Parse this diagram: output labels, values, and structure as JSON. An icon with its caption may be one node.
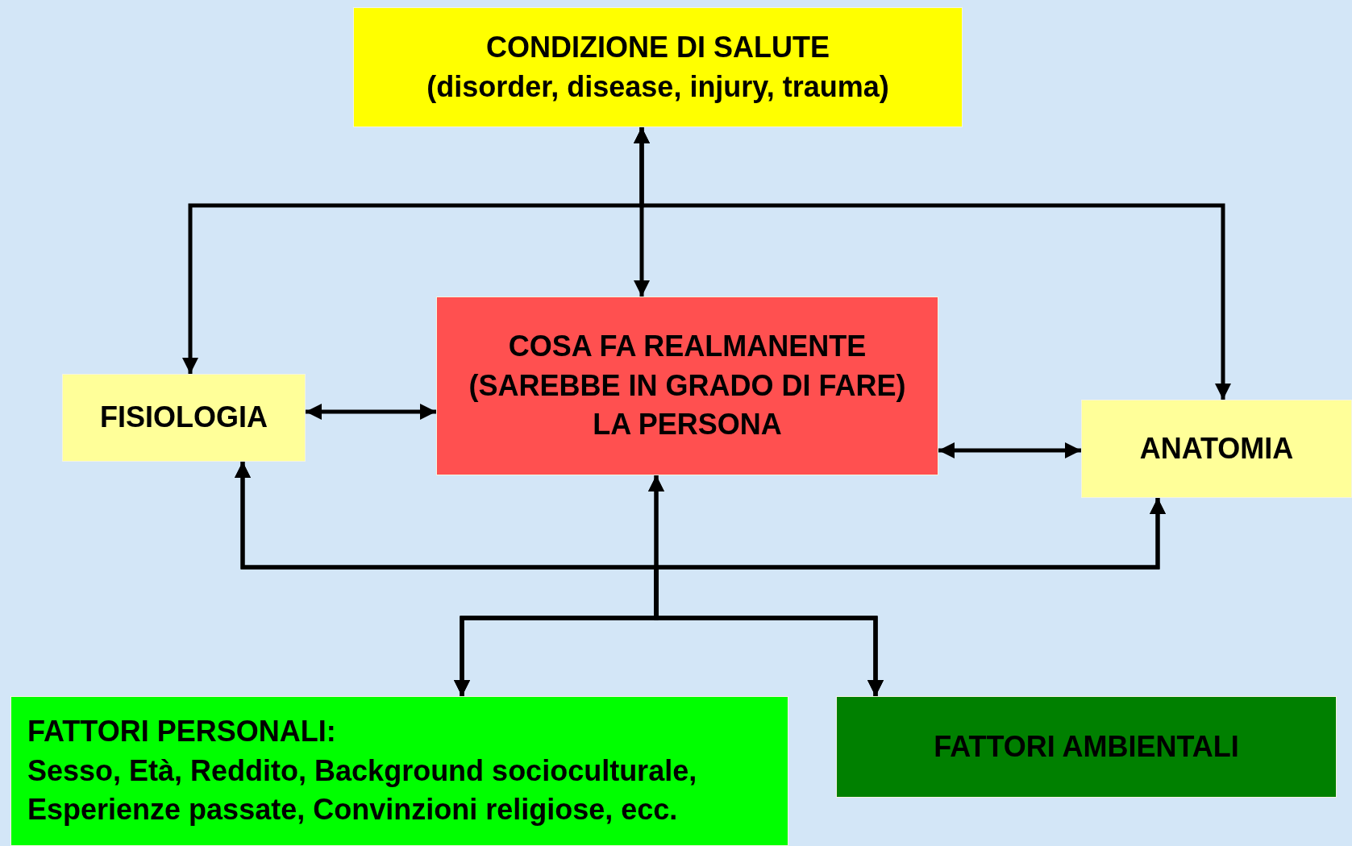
{
  "diagram": {
    "nodes": [
      {
        "text": [
          "CONDIZIONE DI SALUTE",
          "(disorder, disease, injury, trauma)"
        ]
      },
      {
        "text": [
          "COSA FA REALMANENTE (SAREBBE IN GRADO DI FARE) LA PERSONA"
        ]
      },
      {
        "text": [
          "FISIOLOGIA"
        ]
      },
      {
        "text": [
          "ANATOMIA"
        ]
      },
      {
        "text": [
          "FATTORI PERSONALI:",
          "Sesso, Età, Reddito, Background socioculturale, Esperienze passate, Convinzioni religiose, ecc."
        ]
      },
      {
        "text": [
          "FATTORI AMBIENTALI"
        ]
      }
    ],
    "edges": [
      {
        "from": 0,
        "to": 1,
        "arrow": "both"
      },
      {
        "from": 0,
        "to": 2,
        "arrow": "both"
      },
      {
        "from": 0,
        "to": 3,
        "arrow": "both"
      },
      {
        "from": 2,
        "to": 1,
        "arrow": "both"
      },
      {
        "from": 1,
        "to": 3,
        "arrow": "both"
      },
      {
        "from": 4,
        "to": 1,
        "arrow": "both"
      },
      {
        "from": 4,
        "to": 2,
        "arrow": "both"
      },
      {
        "from": 4,
        "to": 3,
        "arrow": "both"
      },
      {
        "from": 5,
        "to": 1,
        "arrow": "both"
      },
      {
        "from": 5,
        "to": 2,
        "arrow": "both"
      },
      {
        "from": 5,
        "to": 3,
        "arrow": "both"
      }
    ]
  }
}
